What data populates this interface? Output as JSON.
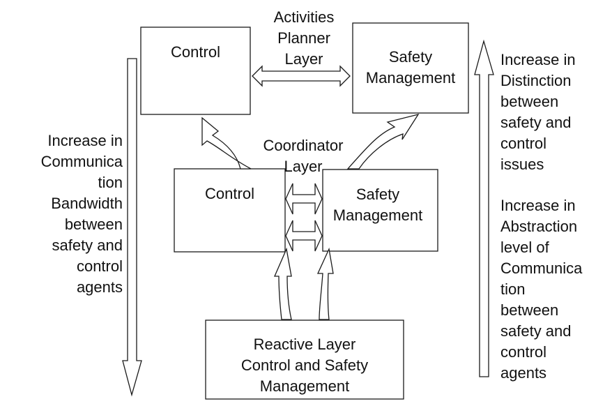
{
  "planner": {
    "layer_label": [
      "Activities",
      "Planner",
      "Layer"
    ],
    "control_label": [
      "Control"
    ],
    "safety_label": [
      "Safety",
      "Management"
    ]
  },
  "coordinator": {
    "layer_label": [
      "Coordinator",
      "Layer"
    ],
    "control_label": [
      "Control"
    ],
    "safety_label": [
      "Safety",
      "Management"
    ]
  },
  "reactive": {
    "label": [
      "Reactive Layer",
      "Control and Safety",
      "Management"
    ]
  },
  "left_note": {
    "lines": [
      "Increase in",
      "Communica",
      "tion",
      "Bandwidth",
      "between",
      "safety and",
      "control",
      "agents"
    ]
  },
  "right_note_top": {
    "lines": [
      "Increase in",
      "Distinction",
      "between",
      "safety and",
      "control",
      "issues"
    ]
  },
  "right_note_bottom": {
    "lines": [
      "Increase in",
      "Abstraction",
      "level of",
      "Communica",
      "tion",
      "between",
      "safety and",
      "control",
      "agents"
    ]
  }
}
